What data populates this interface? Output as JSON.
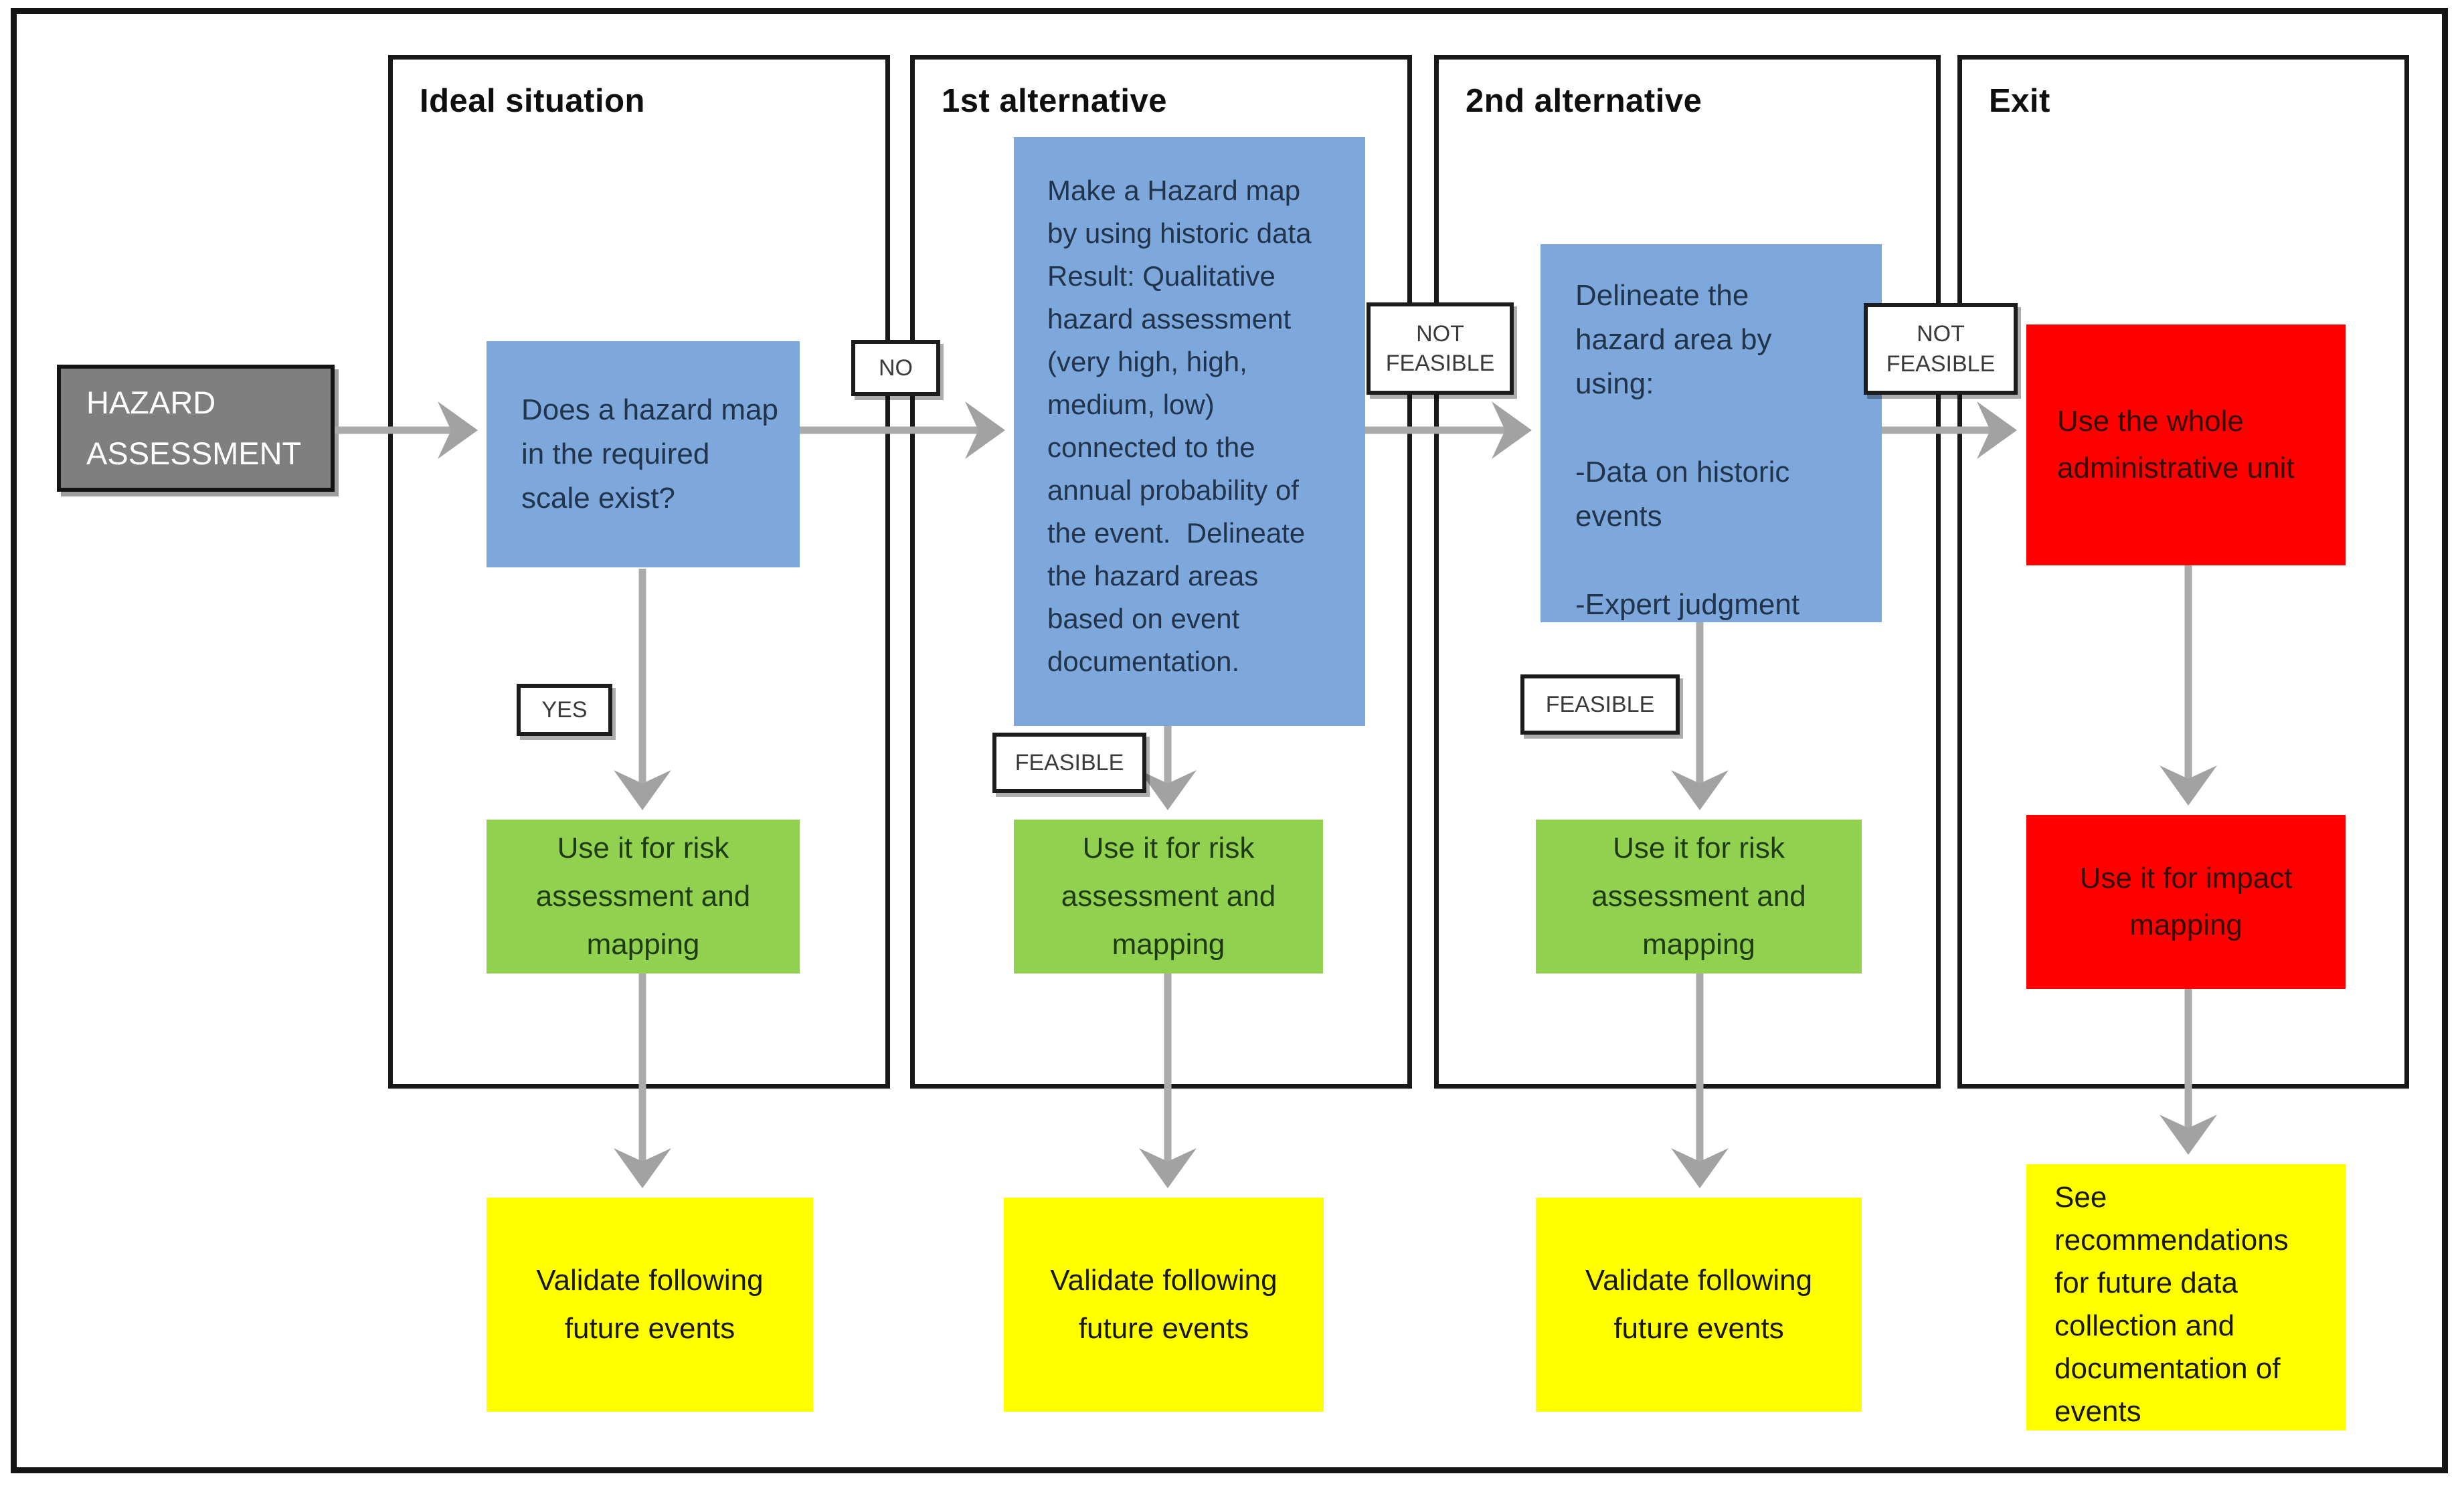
{
  "colors": {
    "blue": "#7ea7dc",
    "green": "#92d050",
    "yellow": "#ffff00",
    "red": "#fe0000",
    "gray": "#7f7f7f",
    "arrow": "#ababab"
  },
  "source": {
    "label": "HAZARD\nASSESSMENT"
  },
  "columns": [
    {
      "header": "Ideal situation",
      "main": "Does a hazard map\nin the required\nscale exist?",
      "branch_label": "YES",
      "result": "Use it for risk\nassessment and\nmapping",
      "validate": "Validate following\nfuture events"
    },
    {
      "header": "1st alternative",
      "entry_label": "NO",
      "main": "Make a Hazard map\nby using historic data\nResult: Qualitative\nhazard assessment\n(very high, high,\nmedium, low)\nconnected to the\nannual probability of\nthe event.  Delineate\nthe hazard areas\nbased on event\ndocumentation.",
      "branch_label": "FEASIBLE",
      "result": "Use it for risk\nassessment and\nmapping",
      "validate": "Validate following\nfuture events"
    },
    {
      "header": "2nd alternative",
      "entry_label": "NOT\nFEASIBLE",
      "main": "Delineate the\nhazard area by\nusing:\n\n-Data on historic\nevents\n\n-Expert judgment",
      "branch_label": "FEASIBLE",
      "result": "Use it for risk\nassessment and\nmapping",
      "validate": "Validate following\nfuture events"
    },
    {
      "header": "Exit",
      "entry_label": "NOT\nFEASIBLE",
      "main": "Use the whole\nadministrative unit",
      "result": "Use it for impact\nmapping",
      "validate": "See\nrecommendations\nfor future data\ncollection and\ndocumentation of\nevents"
    }
  ]
}
